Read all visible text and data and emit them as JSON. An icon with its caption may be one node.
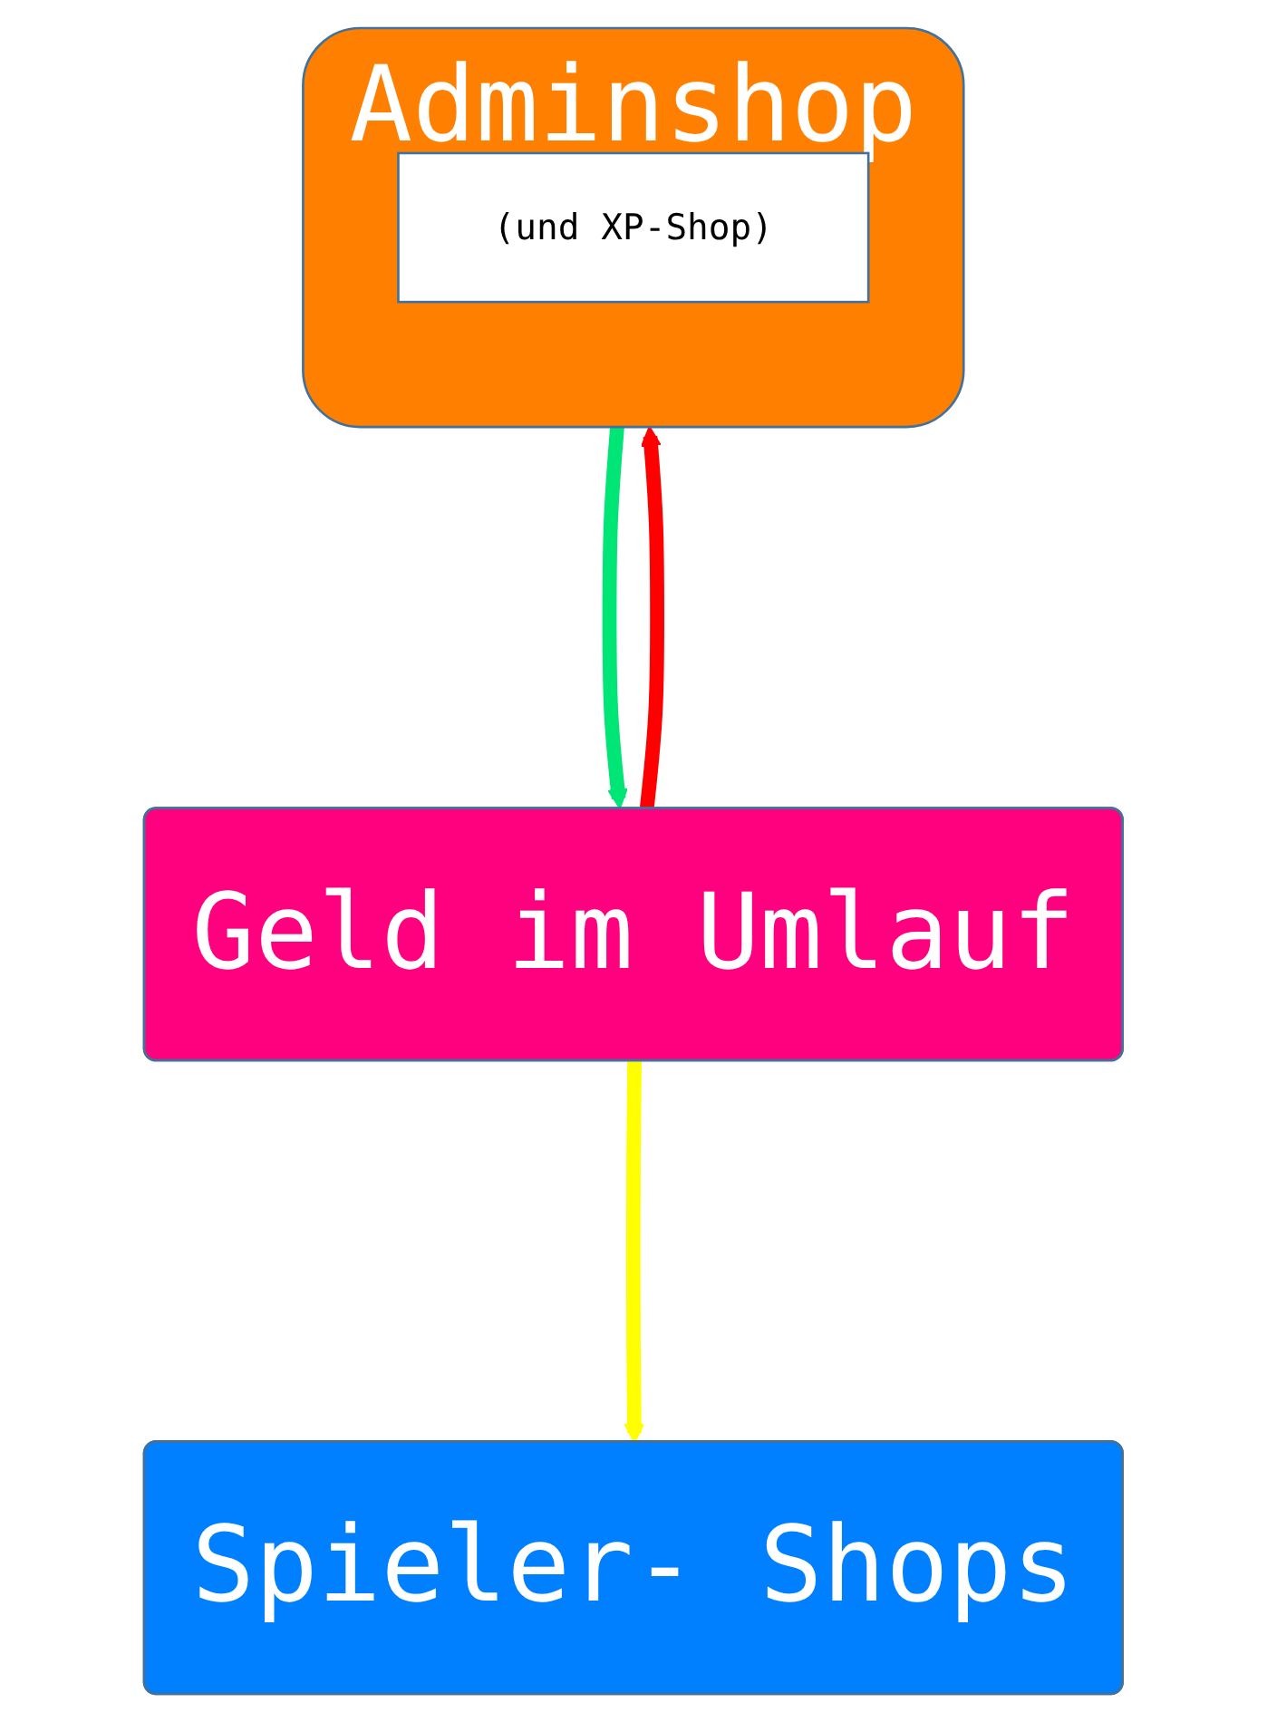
{
  "diagram": {
    "nodes": [
      {
        "text": [
          "Adminshop"
        ]
      },
      {
        "text": [
          "(und XP-Shop)"
        ],
        "in": 0
      },
      {
        "text": [
          "Geld im Umlauf"
        ]
      },
      {
        "text": [
          "Spieler- Shops"
        ]
      }
    ],
    "edges": [
      {
        "from": 0,
        "to": 2,
        "arrow": "to",
        "color": "#00e676"
      },
      {
        "from": 2,
        "to": 0,
        "arrow": "to",
        "color": "#ff0000"
      },
      {
        "from": 2,
        "to": 3,
        "arrow": "to",
        "color": "#ffff00"
      }
    ]
  }
}
